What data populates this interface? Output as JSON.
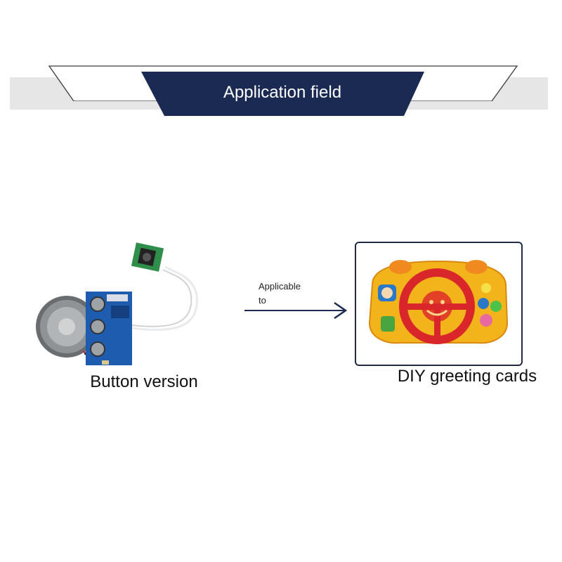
{
  "banner": {
    "title": "Application field"
  },
  "left": {
    "caption": "Button version",
    "image": "sound-module-with-speaker-and-buttons"
  },
  "arrow": {
    "label": "Applicable\nto",
    "icon": "right-arrow-icon"
  },
  "right": {
    "caption": "DIY greeting cards",
    "image": "toy-steering-wheel"
  },
  "colors": {
    "banner_navy": "#1b2a52",
    "banner_band": "#e6e6e6",
    "arrow": "#1b2a52",
    "pcb": "#1e5cb0",
    "toy_yellow": "#f2b31b",
    "toy_red": "#d8262a"
  }
}
